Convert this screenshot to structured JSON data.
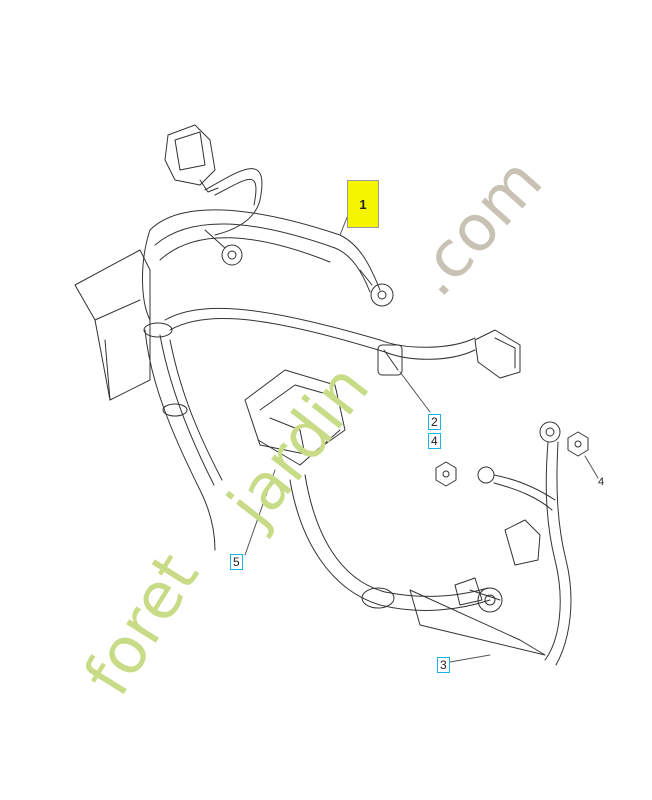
{
  "callouts": {
    "main": "1",
    "c2": "2",
    "c4a": "4",
    "c4b": "4",
    "c5": "5",
    "c3": "3"
  },
  "watermark": {
    "part1": "foret",
    "part2": "jardin",
    "part3": ".com",
    "colors": {
      "foret_o": "#c8dc88",
      "foret_r": "#c8dc88",
      "e": "#f5c68a",
      "t": "#c8dc88",
      "jardin": "#c8dc88",
      "com": "#c7c2b4"
    }
  }
}
